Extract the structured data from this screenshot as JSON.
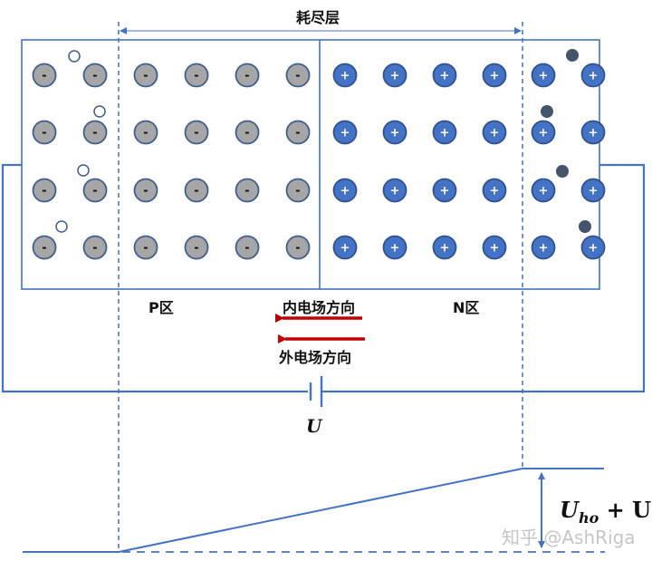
{
  "diagram": {
    "title": "耗尽层",
    "labels": {
      "p_region": "P区",
      "n_region": "N区",
      "internal_field": "内电场方向",
      "external_field": "外电场方向",
      "voltage": "U",
      "potential": "U",
      "potential_sub": "ho",
      "potential_suffix": " + U"
    },
    "ion_symbols": {
      "negative": "-",
      "positive": "+"
    },
    "colors": {
      "line": "#4472c4",
      "negative_ion_fill": "#a6a6a6",
      "negative_ion_stroke": "#3f5d8f",
      "positive_ion_fill": "#4472c4",
      "positive_ion_stroke": "#2f528f",
      "electron": "#44546a",
      "arrow": "#c00000"
    },
    "watermark": "知乎 @AshRiga"
  }
}
